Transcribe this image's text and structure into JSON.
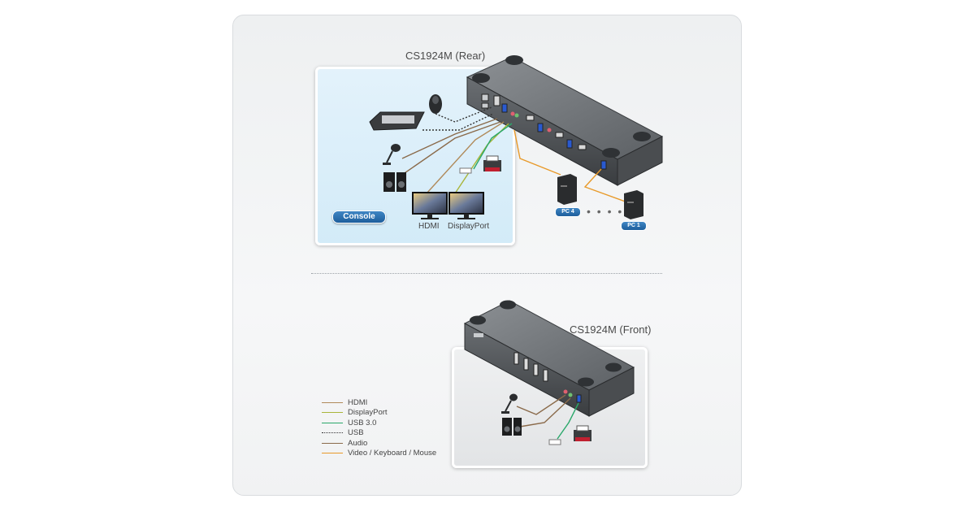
{
  "diagram": {
    "rear_title": "CS1924M (Rear)",
    "front_title": "CS1924M (Front)",
    "console_label": "Console",
    "hdmi_monitor_label": "HDMI",
    "dp_monitor_label": "DisplayPort",
    "pc_left_label": "PC 4",
    "pc_right_label": "PC 1",
    "ellipsis": "• • • •"
  },
  "legend": [
    {
      "label": "HDMI",
      "color": "#b08a5a",
      "style": "solid"
    },
    {
      "label": "DisplayPort",
      "color": "#a9b53a",
      "style": "solid"
    },
    {
      "label": "USB 3.0",
      "color": "#2aa86a",
      "style": "solid"
    },
    {
      "label": "USB",
      "color": "#333333",
      "style": "dotted"
    },
    {
      "label": "Audio",
      "color": "#8a6a4a",
      "style": "solid"
    },
    {
      "label": "Video / Keyboard / Mouse",
      "color": "#e89a2a",
      "style": "solid"
    }
  ]
}
